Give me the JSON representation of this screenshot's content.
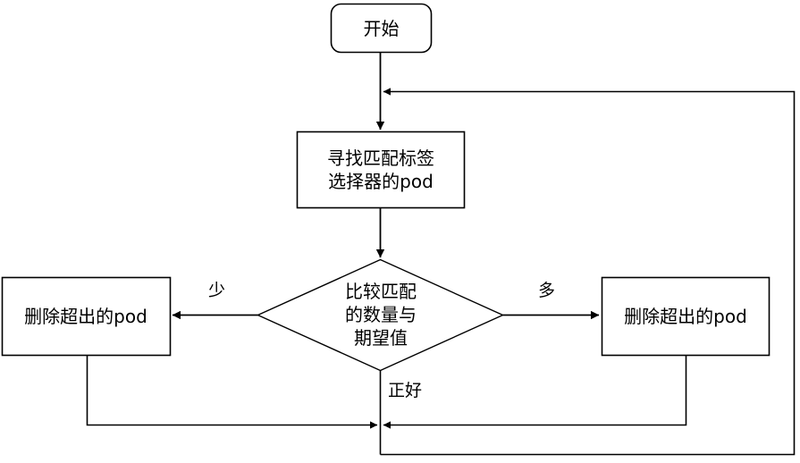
{
  "diagram": {
    "title": "Kubernetes ReplicaSet controller reconciliation flowchart",
    "nodes": {
      "start": {
        "id": "start",
        "shape": "rounded-rectangle",
        "label": "开始"
      },
      "find_pods": {
        "id": "find_pods",
        "shape": "rectangle",
        "label": "寻找匹配标签\n选择器的pod"
      },
      "compare": {
        "id": "compare",
        "shape": "diamond",
        "label": "比较匹配\n的数量与\n期望值"
      },
      "scale_down": {
        "id": "scale_down",
        "shape": "rectangle",
        "label": "删除超出的pod"
      },
      "scale_up": {
        "id": "scale_up",
        "shape": "rectangle",
        "label": "删除超出的pod"
      }
    },
    "edge_labels": {
      "few": "少",
      "many": "多",
      "exact": "正好"
    },
    "colors": {
      "stroke": "#000000",
      "fill": "#ffffff",
      "text": "#000000"
    }
  }
}
